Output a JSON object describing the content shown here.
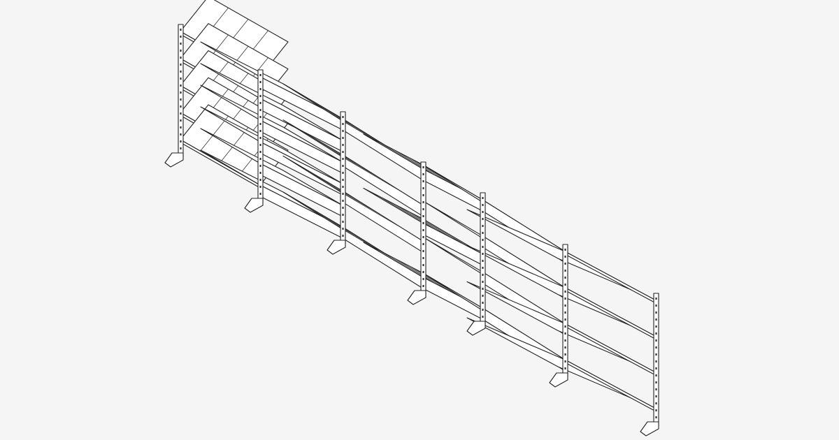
{
  "drawing": {
    "background": "#f5f5f5",
    "line_color": "#222222",
    "fill_color": "#ffffff",
    "uprights": 7,
    "bays": [
      {
        "type": "cantilever-arms",
        "levels": 5
      },
      {
        "type": "sloped-shelves",
        "levels": 6
      },
      {
        "type": "divided-trays",
        "levels": 4
      },
      {
        "type": "angled-bins",
        "levels": 3
      },
      {
        "type": "trays",
        "levels": 4
      },
      {
        "type": "flat-shelves",
        "levels": 4
      }
    ]
  }
}
